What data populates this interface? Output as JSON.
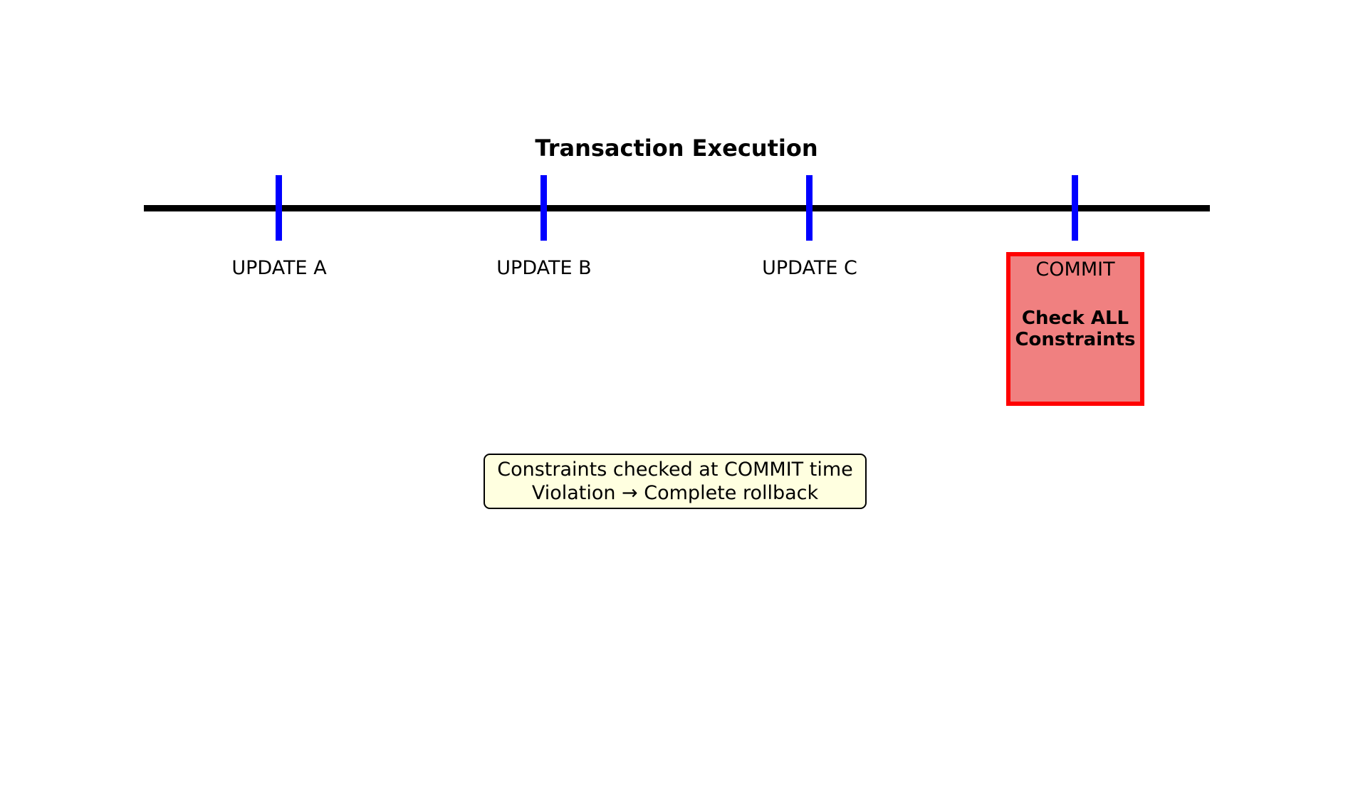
{
  "title": "Transaction Execution",
  "timeline": {
    "events": [
      {
        "label": "UPDATE A"
      },
      {
        "label": "UPDATE B"
      },
      {
        "label": "UPDATE C"
      },
      {
        "label": "COMMIT"
      }
    ]
  },
  "commit_box": {
    "detail_line1": "Check ALL",
    "detail_line2": "Constraints"
  },
  "note": {
    "line1": "Constraints checked at COMMIT time",
    "line2": "Violation → Complete rollback"
  },
  "colors": {
    "tick": "#0000ff",
    "timeline_line": "#000000",
    "commit_fill": "#f08080",
    "commit_border": "#ff0000",
    "note_fill": "#ffffe0",
    "note_border": "#000000"
  }
}
